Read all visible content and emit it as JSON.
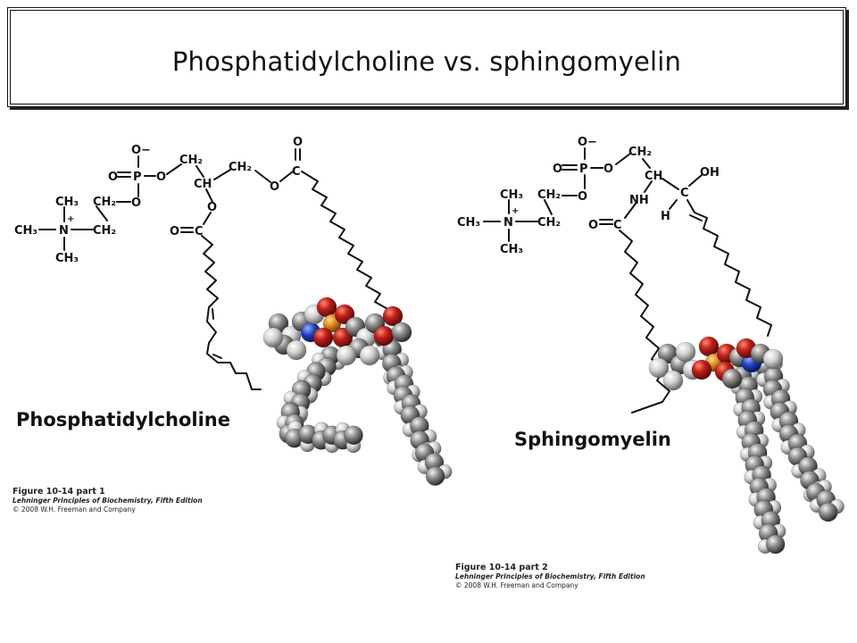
{
  "header": {
    "title": "Phosphatidylcholine vs. sphingomyelin"
  },
  "labels": {
    "left_name": "Phosphatidylcholine",
    "right_name": "Sphingomyelin"
  },
  "formula": {
    "o_minus": "O−",
    "o": "O",
    "p": "P",
    "c": "C",
    "n": "N",
    "plus": "+",
    "ch2": "CH₂",
    "ch": "CH",
    "ch3": "CH₃",
    "o_double": "O═",
    "nh": "NH",
    "oh": "OH",
    "h": "H"
  },
  "credits": {
    "left": {
      "figure": "Figure 10-14 part 1",
      "book": "Lehninger Principles of Biochemistry, Fifth Edition",
      "copyright": "© 2008 W.H. Freeman and Company"
    },
    "right": {
      "figure": "Figure 10-14 part 2",
      "book": "Lehninger Principles of Biochemistry, Fifth Edition",
      "copyright": "© 2008 W.H. Freeman and Company"
    }
  },
  "colors": {
    "carbon": "#8a8a8a",
    "hydrogen": "#d0d0d0",
    "oxygen": "#c0201a",
    "phosphorus": "#e08a1c",
    "nitrogen": "#2040c0"
  }
}
